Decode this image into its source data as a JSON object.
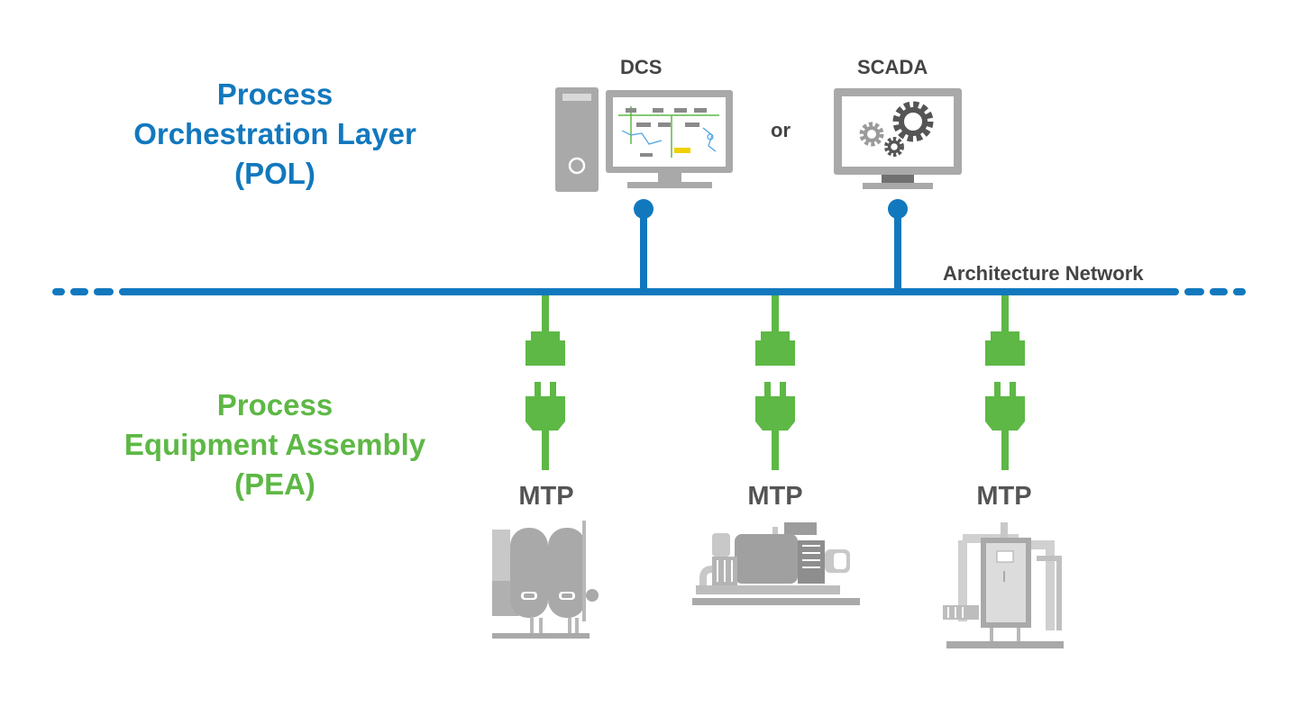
{
  "pol": {
    "line1": "Process",
    "line2": "Orchestration Layer",
    "line3": "(POL)"
  },
  "pea": {
    "line1": "Process",
    "line2": "Equipment Assembly",
    "line3": "(PEA)"
  },
  "dcs_label": "DCS",
  "scada_label": "SCADA",
  "or_label": "or",
  "network_label": "Architecture Network",
  "modules": [
    {
      "label": "MTP",
      "equipment": "tank-vessels-icon"
    },
    {
      "label": "MTP",
      "equipment": "pump-skid-icon"
    },
    {
      "label": "MTP",
      "equipment": "control-cabinet-skid-icon"
    }
  ],
  "colors": {
    "network_blue": "#1278be",
    "module_green": "#5db845",
    "equipment_gray": "#a9a9a9"
  }
}
